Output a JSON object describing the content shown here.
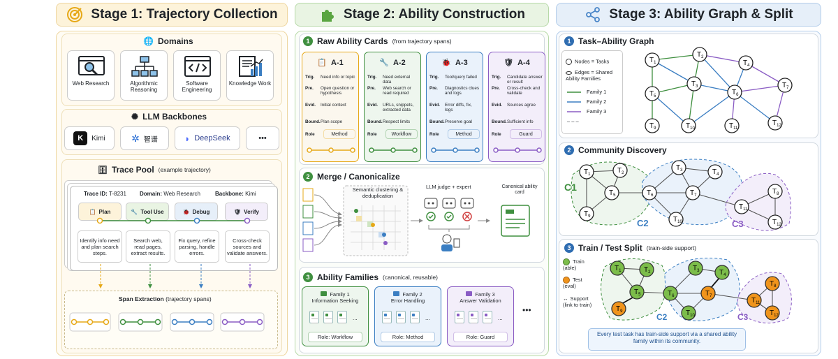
{
  "stage1": {
    "title": "Stage 1: Trajectory Collection",
    "color": "#e6a817"
  },
  "stage2": {
    "title": "Stage 2: Ability Construction",
    "color": "#5aa541"
  },
  "stage3": {
    "title": "Stage 3: Ability Graph & Split",
    "color": "#4a86c8"
  },
  "domains": {
    "title": "Domains",
    "items": [
      {
        "label": "Web Research",
        "icon": "web-research-icon"
      },
      {
        "label": "Algorithmic Reasoning",
        "icon": "flowchart-icon"
      },
      {
        "label": "Software Engineering",
        "icon": "code-icon"
      },
      {
        "label": "Knowledge Work",
        "icon": "report-icon"
      }
    ]
  },
  "llm": {
    "title": "LLM Backbones",
    "items": [
      {
        "label": "Kimi",
        "logo": "K"
      },
      {
        "label": "智谱"
      },
      {
        "label": "DeepSeek"
      },
      {
        "label": "•••"
      }
    ]
  },
  "trace": {
    "title": "Trace Pool",
    "subtitle": "(example trajectory)",
    "id_label": "Trace ID:",
    "id": "T-8231",
    "domain_label": "Domain:",
    "domain": "Web Research",
    "backbone_label": "Backbone:",
    "backbone": "Kimi",
    "steps": [
      {
        "label": "Plan",
        "desc": "Identify info need and plan search steps.",
        "color": "#e6a817",
        "icon": "clipboard-icon"
      },
      {
        "label": "Tool Use",
        "desc": "Search web, read pages, extract results.",
        "color": "#3f8f3f",
        "icon": "wrench-icon"
      },
      {
        "label": "Debug",
        "desc": "Fix query, refine parsing, handle errors.",
        "color": "#3b7ec2",
        "icon": "bug-icon"
      },
      {
        "label": "Verify",
        "desc": "Cross-check sources and validate answers.",
        "color": "#8a5cc4",
        "icon": "shield-icon"
      }
    ],
    "span_title": "Span Extraction",
    "span_subtitle": "(trajectory spans)"
  },
  "raw_cards": {
    "num": "1",
    "title": "Raw Ability Cards",
    "subtitle": "(from trajectory spans)",
    "keys": {
      "trig": "Trig.",
      "pre": "Pre.",
      "evid": "Evid.",
      "bound": "Bound.",
      "role": "Role"
    },
    "cards": [
      {
        "id": "A-1",
        "trig": "Need info or topic",
        "pre": "Open question or hypothesis",
        "evid": "Initial context",
        "bound": "Plan scope",
        "role": "Method",
        "color": "#e6a817",
        "bg": "#fbf7ee",
        "icon": "clipboard-icon"
      },
      {
        "id": "A-2",
        "trig": "Need external data",
        "pre": "Web search or read required",
        "evid": "URLs, snippets, extracted data",
        "bound": "Respect limits",
        "role": "Workflow",
        "color": "#3f8f3f",
        "bg": "#eef6ee",
        "icon": "wrench-icon"
      },
      {
        "id": "A-3",
        "trig": "Tool/query failed",
        "pre": "Diagnostics clues and logs",
        "evid": "Error diffs, fix, logs",
        "bound": "Preserve goal",
        "role": "Method",
        "color": "#3b7ec2",
        "bg": "#eaf2fb",
        "icon": "bug-icon"
      },
      {
        "id": "A-4",
        "trig": "Candidate answer or result",
        "pre": "Cross-check and validate",
        "evid": "Sources agree",
        "bound": "Sufficient info",
        "role": "Guard",
        "color": "#8a5cc4",
        "bg": "#f3eefa",
        "icon": "shield-icon"
      }
    ]
  },
  "merge": {
    "num": "2",
    "title": "Merge / Canonicalize",
    "cluster_label": "Semantic clustering & deduplication",
    "judge_label": "LLM judge + expert",
    "canonical_label": "Canonical ability card"
  },
  "families": {
    "num": "3",
    "title": "Ability Families",
    "subtitle": "(canonical, reusable)",
    "items": [
      {
        "name": "Family 1",
        "desc": "Information Seeking",
        "role": "Role: Workflow",
        "color": "#3f8f3f",
        "bg": "#eef6ee"
      },
      {
        "name": "Family 2",
        "desc": "Error Handling",
        "role": "Role: Method",
        "color": "#3b7ec2",
        "bg": "#eaf2fb"
      },
      {
        "name": "Family 3",
        "desc": "Answer Validation",
        "role": "Role: Guard",
        "color": "#8a5cc4",
        "bg": "#f3eefa"
      }
    ],
    "more": "•••"
  },
  "graph": {
    "num": "1",
    "title": "Task–Ability Graph",
    "legend": {
      "nodes": "Nodes = Tasks",
      "edges": "Edges = Shared Ability Families",
      "family1": "Family 1",
      "family2": "Family 2",
      "family3": "Family 3",
      "dots": "– – –"
    },
    "nodes": [
      "T1",
      "T2",
      "T3",
      "T4",
      "T5",
      "T6",
      "T7",
      "T9",
      "T10",
      "T11",
      "T12"
    ]
  },
  "community": {
    "num": "2",
    "title": "Community Discovery",
    "c1": "C1",
    "c2": "C2",
    "c3": "C3"
  },
  "split": {
    "num": "3",
    "title": "Train / Test Split",
    "subtitle": "(train-side support)",
    "train": "Train (able)",
    "test": "Test (eval)",
    "support": "Support (link to train)",
    "note": "Every test task has train-side support via a shared ability family within its community.",
    "c2": "C2",
    "c3": "C3"
  }
}
